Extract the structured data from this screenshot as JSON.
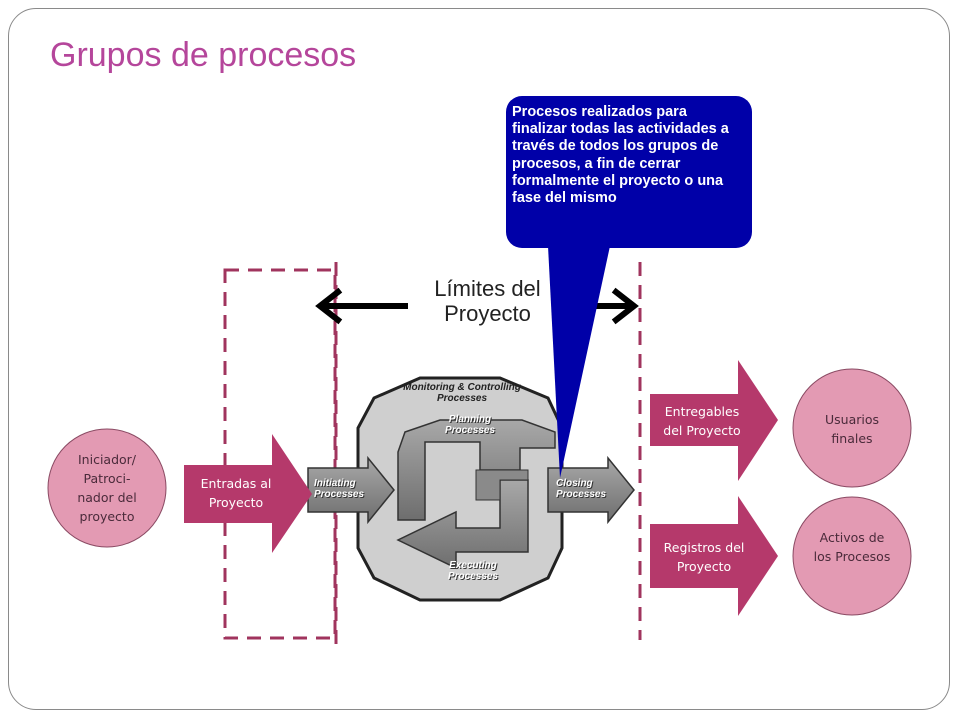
{
  "title": "Grupos de procesos",
  "callout": {
    "text": "Procesos realizados para finalizar todas las actividades a través de todos los grupos de procesos, a fin de cerrar formalmente el proyecto o una fase del mismo"
  },
  "limits_label": "Límites del Proyecto",
  "limits_label_line1": "Límites del",
  "limits_label_line2": "Proyecto",
  "initiator": "Iniciador/ Patroci- nador del proyecto",
  "inputs_arrow": "Entradas al Proyecto",
  "deliverables_arrow": "Entregables del Proyecto",
  "records_arrow": "Registros del Proyecto",
  "end_users": "Usuarios finales",
  "process_assets": "Activos de los Procesos",
  "processes": {
    "monitoring": "Monitoring & Controlling Processes",
    "planning": "Planning Processes",
    "initiating": "Initiating Processes",
    "executing": "Executing Processes",
    "closing": "Closing Processes"
  },
  "colors": {
    "title": "#b5469b",
    "arrow": "#b5396b",
    "circle": "#e39ab3",
    "dash": "#a0345e",
    "callout": "#0000a8"
  }
}
